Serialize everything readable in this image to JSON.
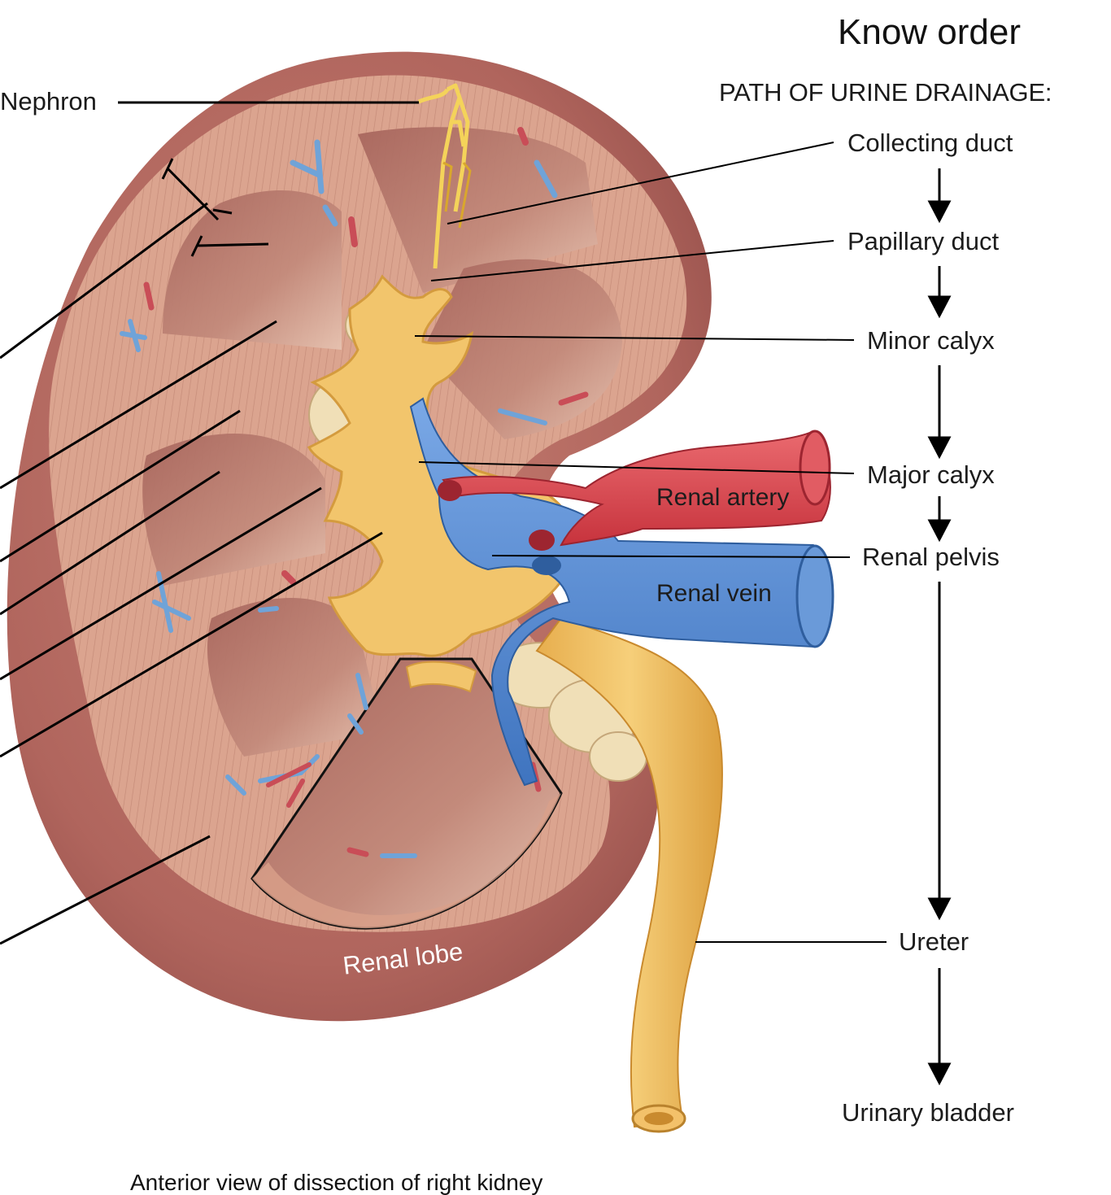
{
  "header": {
    "know_order": "Know order",
    "path_title": "PATH OF URINE DRAINAGE:"
  },
  "path_steps": [
    "Collecting duct",
    "Papillary duct",
    "Minor calyx",
    "Major calyx",
    "Renal pelvis",
    "Ureter",
    "Urinary bladder"
  ],
  "labels": {
    "nephron": "Nephron",
    "renal_artery": "Renal artery",
    "renal_vein": "Renal vein",
    "renal_lobe": "Renal lobe"
  },
  "caption": "Anterior view of dissection of right kidney",
  "colors": {
    "cortex": "#d9a08a",
    "medulla": "#b8786b",
    "capsule": "#a85a55",
    "calyx": "#f1c46c",
    "artery": "#d9444e",
    "vein": "#5b8fd3",
    "fat": "#eedbb3",
    "line": "#000000"
  }
}
